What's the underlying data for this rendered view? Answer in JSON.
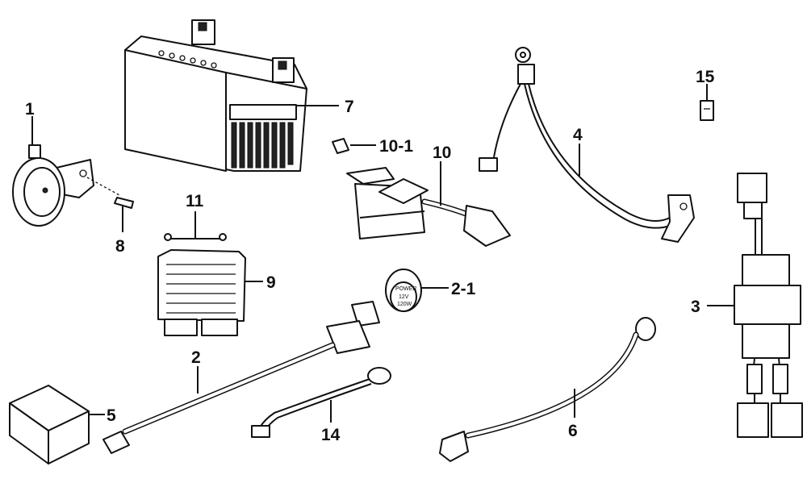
{
  "colors": {
    "ink": "#111111",
    "background": "#ffffff",
    "shade": "#222222"
  },
  "callouts": {
    "p1": "1",
    "p2": "2",
    "p2_1": "2-1",
    "p3": "3",
    "p4": "4",
    "p5": "5",
    "p6": "6",
    "p7": "7",
    "p8": "8",
    "p9": "9",
    "p10": "10",
    "p10_1": "10-1",
    "p11": "11",
    "p14": "14",
    "p15": "15"
  },
  "socket_cap": {
    "line1": "POWER",
    "line2": "12V",
    "line3": "120W"
  }
}
